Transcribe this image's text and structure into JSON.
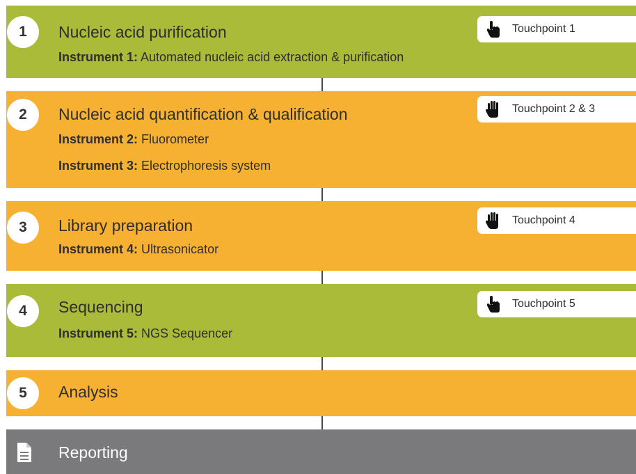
{
  "colors": {
    "green": "#a9bb38",
    "orange": "#f6b132",
    "gray": "#7a7a7c",
    "connector": "#4a4a4a"
  },
  "steps": [
    {
      "number": "1",
      "title": "Nucleic acid purification",
      "touchpoint": "Touchpoint 1",
      "touch_icon": "hand-pointing-icon",
      "instruments": [
        {
          "label": "Instrument 1:",
          "text": "Automated nucleic acid extraction & purification"
        }
      ]
    },
    {
      "number": "2",
      "title": "Nucleic acid quantification & qualification",
      "touchpoint": "Touchpoint 2 & 3",
      "touch_icon": "hand-open-icon",
      "instruments": [
        {
          "label": "Instrument 2:",
          "text": "Fluorometer"
        },
        {
          "label": "Instrument 3:",
          "text": "Electrophoresis system"
        }
      ]
    },
    {
      "number": "3",
      "title": "Library preparation",
      "touchpoint": "Touchpoint 4",
      "touch_icon": "hand-open-icon",
      "instruments": [
        {
          "label": "Instrument 4:",
          "text": "Ultrasonicator"
        }
      ]
    },
    {
      "number": "4",
      "title": "Sequencing",
      "touchpoint": "Touchpoint 5",
      "touch_icon": "hand-pointing-icon",
      "instruments": [
        {
          "label": "Instrument 5:",
          "text": "NGS Sequencer"
        }
      ]
    },
    {
      "number": "5",
      "title": "Analysis"
    }
  ],
  "reporting": {
    "title": "Reporting",
    "icon": "document-icon"
  }
}
